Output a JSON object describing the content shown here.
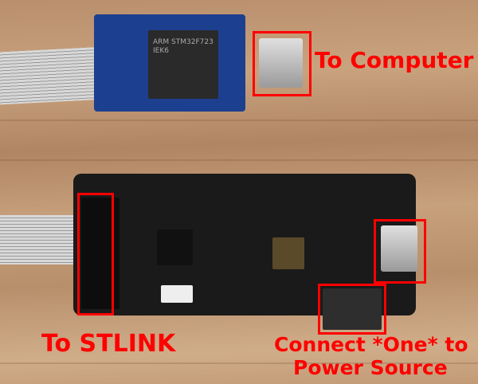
{
  "annotations": {
    "to_computer": "To Computer",
    "to_stlink": "To STLINK",
    "power_line1": "Connect *One* to",
    "power_line2": "Power Source"
  },
  "colors": {
    "annotation": "#ff0000",
    "stlink_board": "#1d3f8f",
    "feather_board": "#1a1a1a"
  },
  "silkscreen": {
    "chip_text": "ARM STM32F723 IEK6"
  }
}
